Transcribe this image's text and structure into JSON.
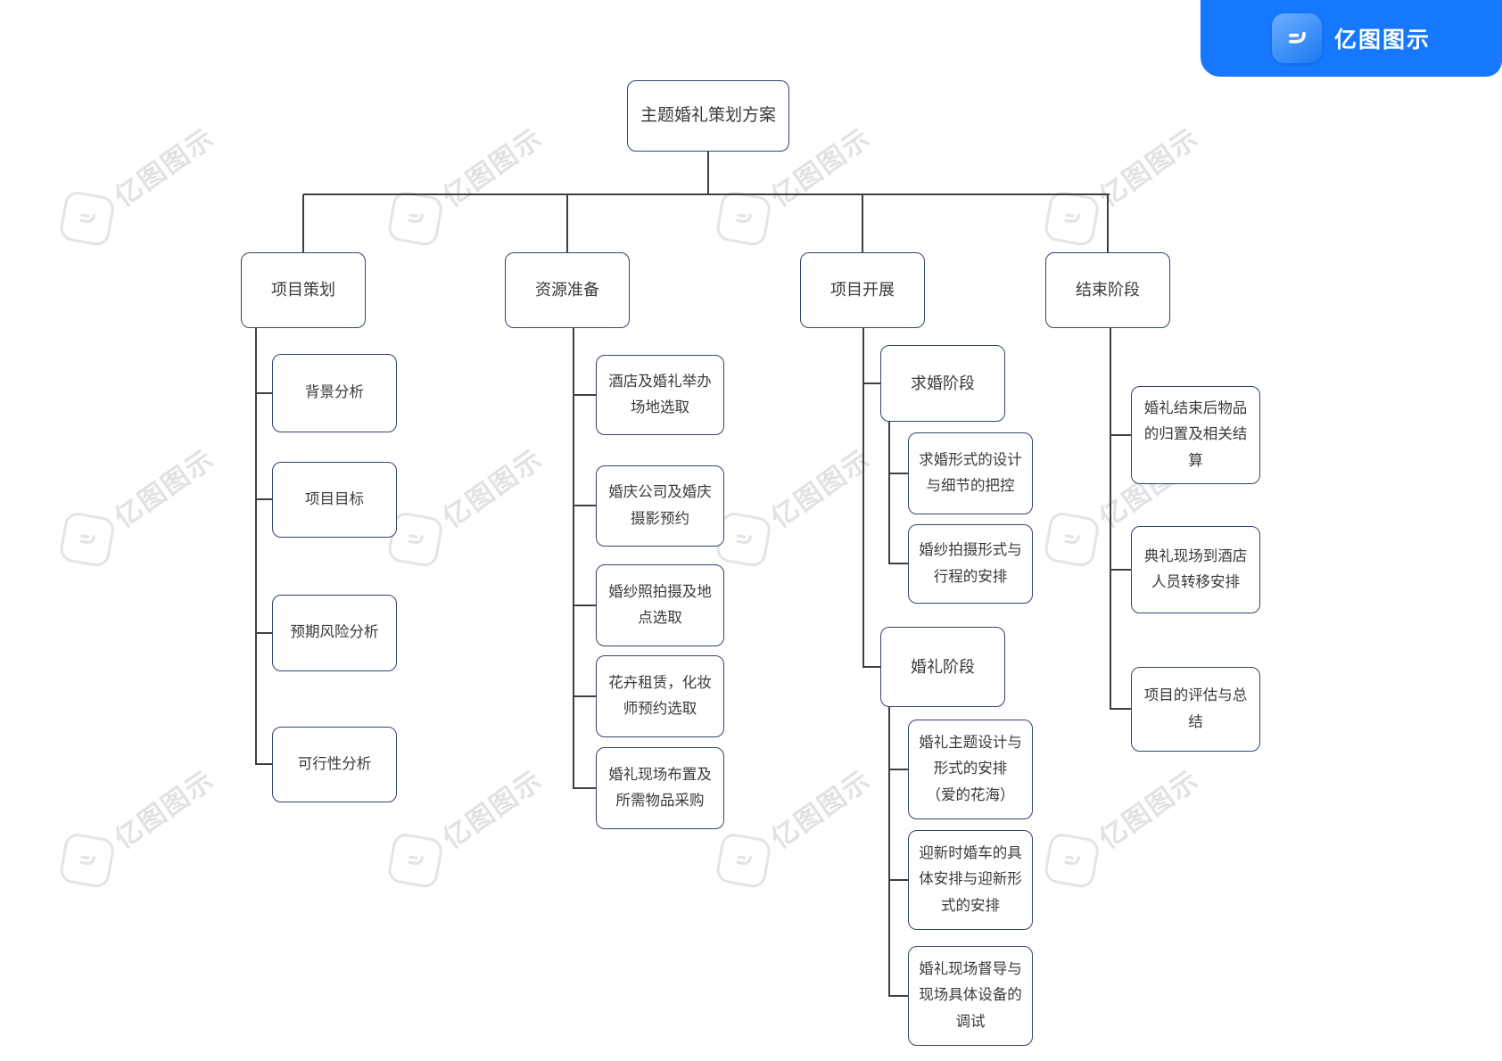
{
  "brand": {
    "name": "亿图图示"
  },
  "watermark": {
    "text": "亿图图示"
  },
  "diagram": {
    "root": {
      "label": "主题婚礼策划方案"
    },
    "branches": [
      {
        "label": "项目策划",
        "children": [
          {
            "label": "背景分析"
          },
          {
            "label": "项目目标"
          },
          {
            "label": "预期风险分析"
          },
          {
            "label": "可行性分析"
          }
        ]
      },
      {
        "label": "资源准备",
        "children": [
          {
            "label": "酒店及婚礼举办\n场地选取"
          },
          {
            "label": "婚庆公司及婚庆\n摄影预约"
          },
          {
            "label": "婚纱照拍摄及地\n点选取"
          },
          {
            "label": "花卉租赁，化妆\n师预约选取"
          },
          {
            "label": "婚礼现场布置及\n所需物品采购"
          }
        ]
      },
      {
        "label": "项目开展",
        "children": [
          {
            "label": "求婚阶段",
            "children": [
              {
                "label": "求婚形式的设计\n与细节的把控"
              },
              {
                "label": "婚纱拍摄形式与\n行程的安排"
              }
            ]
          },
          {
            "label": "婚礼阶段",
            "children": [
              {
                "label": "婚礼主题设计与\n形式的安排\n（爱的花海）"
              },
              {
                "label": "迎新时婚车的具\n体安排与迎新形\n式的安排"
              },
              {
                "label": "婚礼现场督导与\n现场具体设备的\n调试"
              }
            ]
          }
        ]
      },
      {
        "label": "结束阶段",
        "children": [
          {
            "label": "婚礼结束后物品\n的归置及相关结\n算"
          },
          {
            "label": "典礼现场到酒店\n人员转移安排"
          },
          {
            "label": "项目的评估与总\n结"
          }
        ]
      }
    ]
  }
}
